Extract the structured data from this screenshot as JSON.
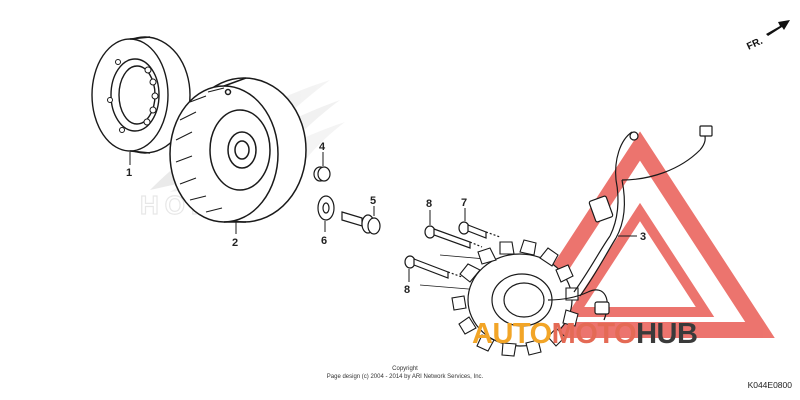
{
  "direction_marker": {
    "label": "FR."
  },
  "callouts": [
    {
      "id": "part-1",
      "label": "1"
    },
    {
      "id": "part-2",
      "label": "2"
    },
    {
      "id": "part-3",
      "label": "3"
    },
    {
      "id": "part-4",
      "label": "4"
    },
    {
      "id": "part-5",
      "label": "5"
    },
    {
      "id": "part-6",
      "label": "6"
    },
    {
      "id": "part-7",
      "label": "7"
    },
    {
      "id": "part-8a",
      "label": "8"
    },
    {
      "id": "part-8b",
      "label": "8"
    }
  ],
  "watermark": {
    "part1": "AUTO",
    "part2": "MOTO",
    "part3": "HUB"
  },
  "background_logo": {
    "text": "HONDA"
  },
  "copyright": {
    "line1": "Copyright",
    "line2": "Page design (c) 2004 - 2014 by ARI Network Services, Inc."
  },
  "diagram_code": "K044E0800",
  "colors": {
    "watermark_red": "#e8524a",
    "watermark_orange": "#f2a527",
    "line": "#1a1a1a"
  }
}
